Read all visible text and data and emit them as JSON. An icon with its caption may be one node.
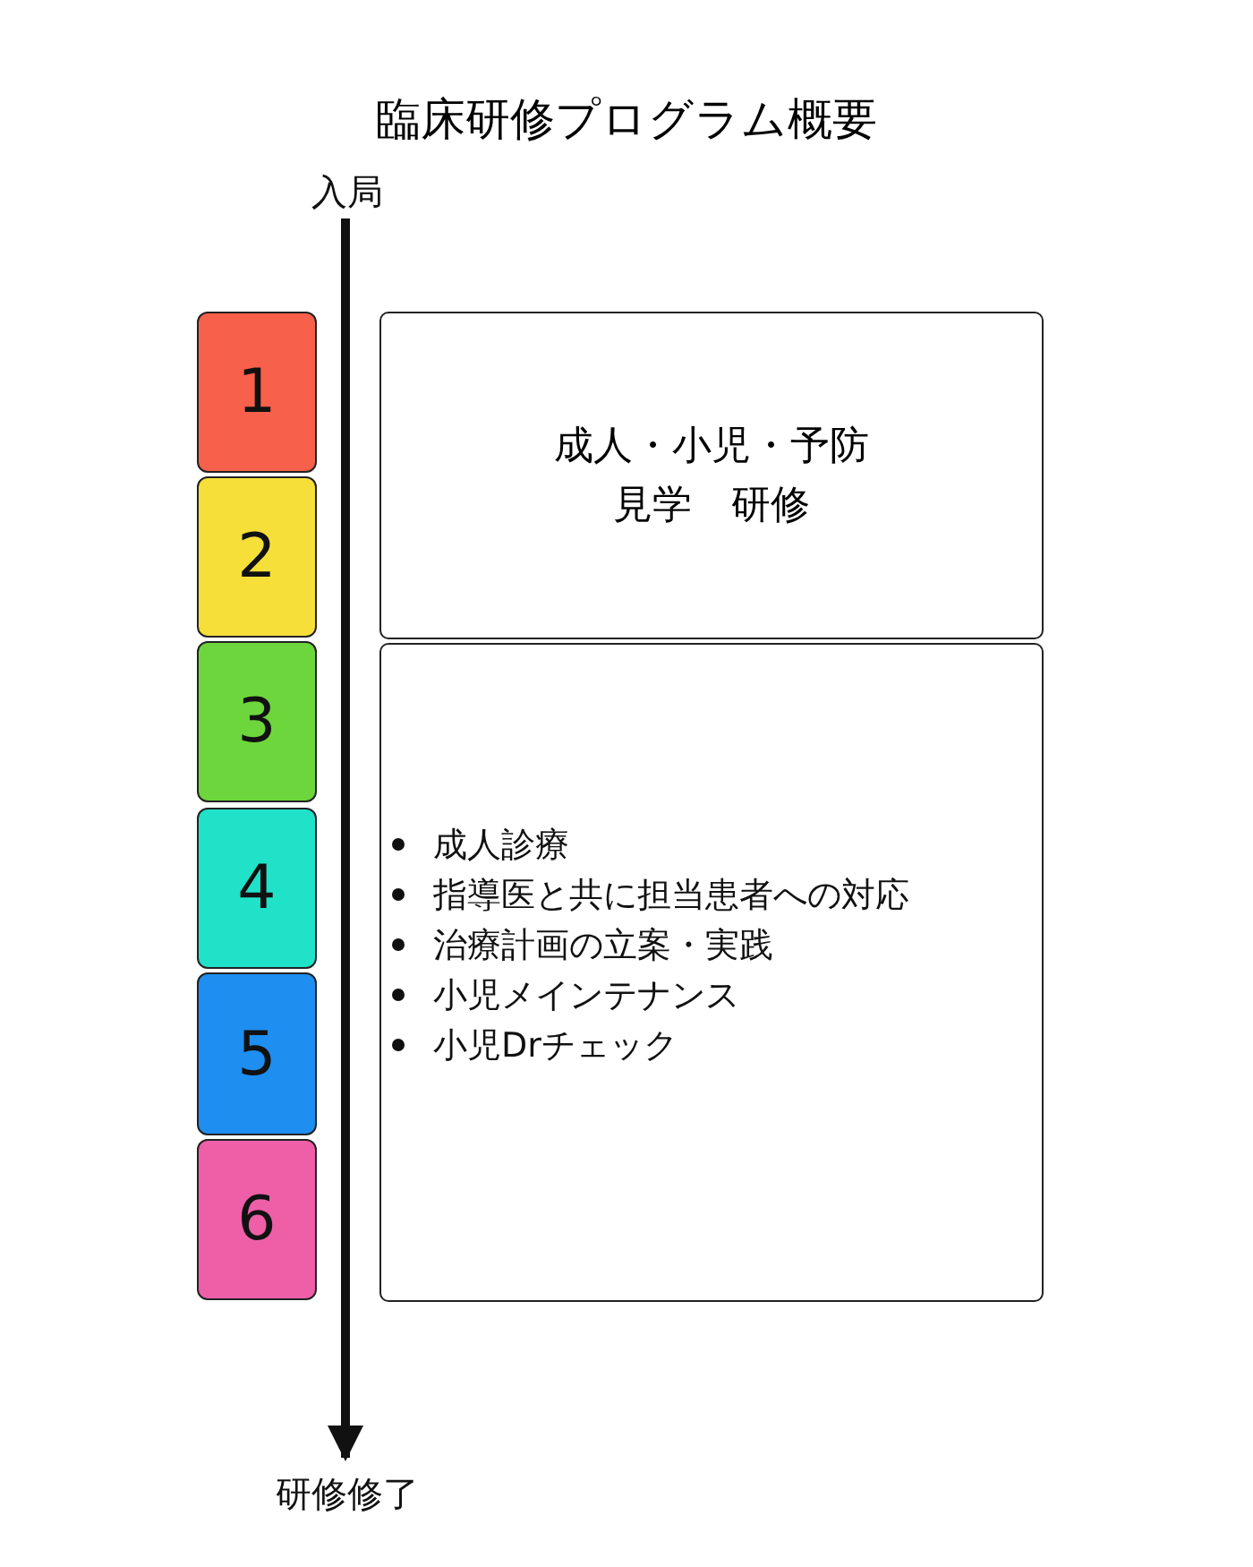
{
  "diagram": {
    "title": "臨床研修プログラム概要",
    "nodes": [
      {
        "text": [
          "入局"
        ]
      },
      {
        "text": [
          "1"
        ]
      },
      {
        "text": [
          "2"
        ]
      },
      {
        "text": [
          "3"
        ]
      },
      {
        "text": [
          "4"
        ]
      },
      {
        "text": [
          "5"
        ]
      },
      {
        "text": [
          "6"
        ]
      },
      {
        "text": [
          "成人・小児・予防",
          "見学　研修"
        ]
      },
      {
        "text": [
          "成人診療",
          "指導医と共に担当患者への対応",
          "治療計画の立案・実践",
          "小児メインテナンス",
          "小児Drチェック"
        ]
      },
      {
        "text": [
          "研修修了"
        ]
      }
    ],
    "edges": [
      {
        "from": 0,
        "to": 9,
        "arrow": "to"
      }
    ]
  }
}
